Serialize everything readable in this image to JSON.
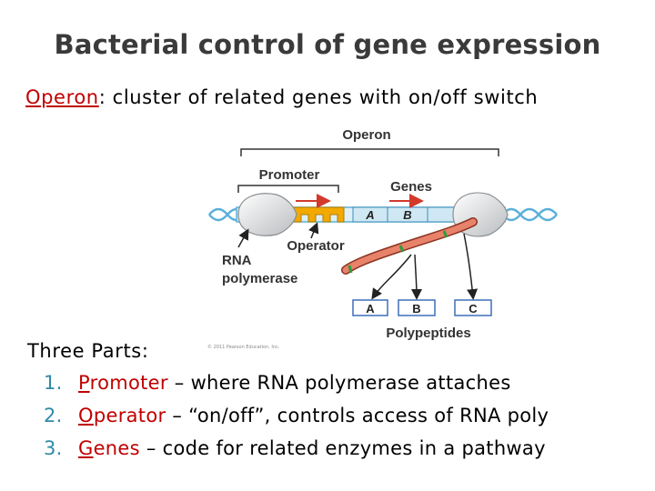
{
  "title": "Bacterial control of gene expression",
  "definition": {
    "term": "Operon",
    "rest": ": cluster of related genes with on/off switch"
  },
  "diagram": {
    "operon_label": "Operon",
    "promoter_label": "Promoter",
    "genes_label": "Genes",
    "operator_label": "Operator",
    "rna_pol_label_1": "RNA",
    "rna_pol_label_2": "polymerase",
    "gene_a": "A",
    "gene_b": "B",
    "gene_c": "C",
    "polypeptides_label": "Polypeptides",
    "copyright": "© 2011 Pearson Education, Inc."
  },
  "parts": {
    "heading": "Three Parts:",
    "items": [
      {
        "num": "1.",
        "initial": "P",
        "rest": "romoter",
        "desc": " – where RNA polymerase attaches"
      },
      {
        "num": "2.",
        "initial": "O",
        "rest": "perator",
        "desc": " – “on/off”, controls access of RNA poly"
      },
      {
        "num": "3.",
        "initial": "G",
        "rest": "enes",
        "desc": " – code for related enzymes in a pathway"
      }
    ]
  },
  "colors": {
    "accent_red": "#c00000",
    "number_teal": "#2e8ba6",
    "dna_blue": "#5ab0d8",
    "operator_gold": "#f2a900",
    "mrna_salmon": "#e8826a"
  }
}
